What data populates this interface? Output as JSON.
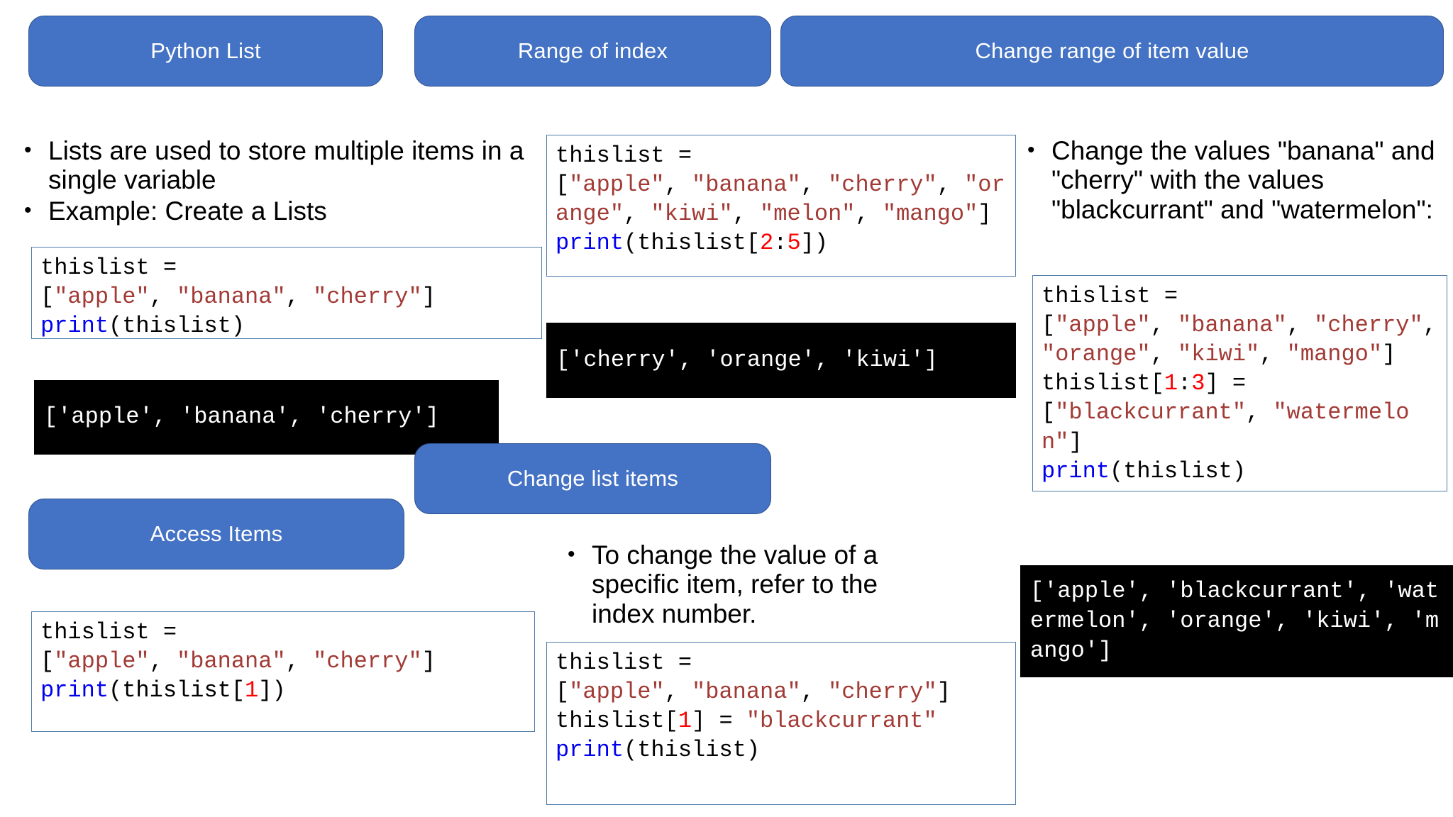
{
  "theme": {
    "pill_fill": "#4472C4",
    "pill_border": "#2F528F",
    "pill_text": "#FFFFFF",
    "code_border": "#4F7CAC",
    "code_bg": "#FFFFFF",
    "console_bg": "#000000",
    "console_text": "#FFFFFF",
    "token_string": "#A23A35",
    "token_function": "#0000EE",
    "token_number": "#FF0000",
    "body_text": "#000000"
  },
  "bullet_glyph": "•",
  "columns": [
    {
      "id": "column-python-list",
      "pill": "Python List",
      "bullets": [
        "Lists are used to store multiple items in a single variable",
        "Example: Create a Lists"
      ],
      "code": {
        "lines": [
          [
            {
              "t": "thislist =",
              "c": "plain"
            }
          ],
          [
            {
              "t": "[",
              "c": "plain"
            },
            {
              "t": "\"apple\"",
              "c": "str"
            },
            {
              "t": ", ",
              "c": "plain"
            },
            {
              "t": "\"banana\"",
              "c": "str"
            },
            {
              "t": ", ",
              "c": "plain"
            },
            {
              "t": "\"cherry\"",
              "c": "str"
            },
            {
              "t": "]",
              "c": "plain"
            }
          ],
          [
            {
              "t": "print",
              "c": "fn"
            },
            {
              "t": "(thislist)",
              "c": "plain"
            }
          ]
        ],
        "plain_text": "thislist = [\"apple\", \"banana\", \"cherry\"]\nprint(thislist)"
      },
      "output": "['apple', 'banana', 'cherry']",
      "pill2": "Access Items",
      "code2": {
        "lines": [
          [
            {
              "t": "thislist =",
              "c": "plain"
            }
          ],
          [
            {
              "t": "[",
              "c": "plain"
            },
            {
              "t": "\"apple\"",
              "c": "str"
            },
            {
              "t": ", ",
              "c": "plain"
            },
            {
              "t": "\"banana\"",
              "c": "str"
            },
            {
              "t": ", ",
              "c": "plain"
            },
            {
              "t": "\"cherry\"",
              "c": "str"
            },
            {
              "t": "]",
              "c": "plain"
            }
          ],
          [
            {
              "t": "print",
              "c": "fn"
            },
            {
              "t": "(thislist[",
              "c": "plain"
            },
            {
              "t": "1",
              "c": "num"
            },
            {
              "t": "])",
              "c": "plain"
            }
          ]
        ],
        "plain_text": "thislist = [\"apple\", \"banana\", \"cherry\"]\nprint(thislist[1])"
      }
    },
    {
      "id": "column-range-of-index",
      "pill": "Range of index",
      "code": {
        "lines": [
          [
            {
              "t": "thislist =",
              "c": "plain"
            }
          ],
          [
            {
              "t": "[",
              "c": "plain"
            },
            {
              "t": "\"apple\"",
              "c": "str"
            },
            {
              "t": ", ",
              "c": "plain"
            },
            {
              "t": "\"banana\"",
              "c": "str"
            },
            {
              "t": ", ",
              "c": "plain"
            },
            {
              "t": "\"cherry\"",
              "c": "str"
            },
            {
              "t": ", ",
              "c": "plain"
            },
            {
              "t": "\"orange\"",
              "c": "str"
            },
            {
              "t": ", ",
              "c": "plain"
            },
            {
              "t": "\"kiwi\"",
              "c": "str"
            },
            {
              "t": ", ",
              "c": "plain"
            },
            {
              "t": "\"melon\"",
              "c": "str"
            },
            {
              "t": ", ",
              "c": "plain"
            },
            {
              "t": "\"mango\"",
              "c": "str"
            },
            {
              "t": "]",
              "c": "plain"
            }
          ],
          [
            {
              "t": "print",
              "c": "fn"
            },
            {
              "t": "(thislist[",
              "c": "plain"
            },
            {
              "t": "2",
              "c": "num"
            },
            {
              "t": ":",
              "c": "plain"
            },
            {
              "t": "5",
              "c": "num"
            },
            {
              "t": "])",
              "c": "plain"
            }
          ]
        ],
        "plain_text": "thislist = [\"apple\", \"banana\", \"cherry\", \"orange\", \"kiwi\", \"melon\", \"mango\"]\nprint(thislist[2:5])"
      },
      "output": "['cherry', 'orange', 'kiwi']",
      "pill2": "Change list items",
      "bullets2": [
        "To change the value of a specific item, refer to the index number."
      ],
      "code2": {
        "lines": [
          [
            {
              "t": "thislist =",
              "c": "plain"
            }
          ],
          [
            {
              "t": "[",
              "c": "plain"
            },
            {
              "t": "\"apple\"",
              "c": "str"
            },
            {
              "t": ", ",
              "c": "plain"
            },
            {
              "t": "\"banana\"",
              "c": "str"
            },
            {
              "t": ", ",
              "c": "plain"
            },
            {
              "t": "\"cherry\"",
              "c": "str"
            },
            {
              "t": "]",
              "c": "plain"
            }
          ],
          [
            {
              "t": "thislist[",
              "c": "plain"
            },
            {
              "t": "1",
              "c": "num"
            },
            {
              "t": "] = ",
              "c": "plain"
            },
            {
              "t": "\"blackcurrant\"",
              "c": "str"
            }
          ],
          [
            {
              "t": "print",
              "c": "fn"
            },
            {
              "t": "(thislist)",
              "c": "plain"
            }
          ]
        ],
        "plain_text": "thislist = [\"apple\", \"banana\", \"cherry\"]\nthislist[1] = \"blackcurrant\"\nprint(thislist)"
      }
    },
    {
      "id": "column-change-range",
      "pill": "Change range of item value",
      "bullets": [
        "Change the values \"banana\" and \"cherry\" with the values \"blackcurrant\" and \"watermelon\":"
      ],
      "code": {
        "lines": [
          [
            {
              "t": "thislist =",
              "c": "plain"
            }
          ],
          [
            {
              "t": "[",
              "c": "plain"
            },
            {
              "t": "\"apple\"",
              "c": "str"
            },
            {
              "t": ", ",
              "c": "plain"
            },
            {
              "t": "\"banana\"",
              "c": "str"
            },
            {
              "t": ", ",
              "c": "plain"
            },
            {
              "t": "\"cherry\"",
              "c": "str"
            },
            {
              "t": ", ",
              "c": "plain"
            },
            {
              "t": "\"orange\"",
              "c": "str"
            },
            {
              "t": ", ",
              "c": "plain"
            },
            {
              "t": "\"kiwi\"",
              "c": "str"
            },
            {
              "t": ", ",
              "c": "plain"
            },
            {
              "t": "\"mango\"",
              "c": "str"
            },
            {
              "t": "]",
              "c": "plain"
            }
          ],
          [
            {
              "t": "thislist[",
              "c": "plain"
            },
            {
              "t": "1",
              "c": "num"
            },
            {
              "t": ":",
              "c": "plain"
            },
            {
              "t": "3",
              "c": "num"
            },
            {
              "t": "] =",
              "c": "plain"
            }
          ],
          [
            {
              "t": "[",
              "c": "plain"
            },
            {
              "t": "\"blackcurrant\"",
              "c": "str"
            },
            {
              "t": ", ",
              "c": "plain"
            },
            {
              "t": "\"watermelon\"",
              "c": "str"
            },
            {
              "t": "]",
              "c": "plain"
            }
          ],
          [
            {
              "t": "print",
              "c": "fn"
            },
            {
              "t": "(thislist)",
              "c": "plain"
            }
          ]
        ],
        "plain_text": "thislist = [\"apple\", \"banana\", \"cherry\", \"orange\", \"kiwi\", \"mango\"]\nthislist[1:3] = [\"blackcurrant\", \"watermelon\"]\nprint(thislist)"
      },
      "output": "['apple', 'blackcurrant', 'watermelon', 'orange', 'kiwi', 'mango']"
    }
  ]
}
